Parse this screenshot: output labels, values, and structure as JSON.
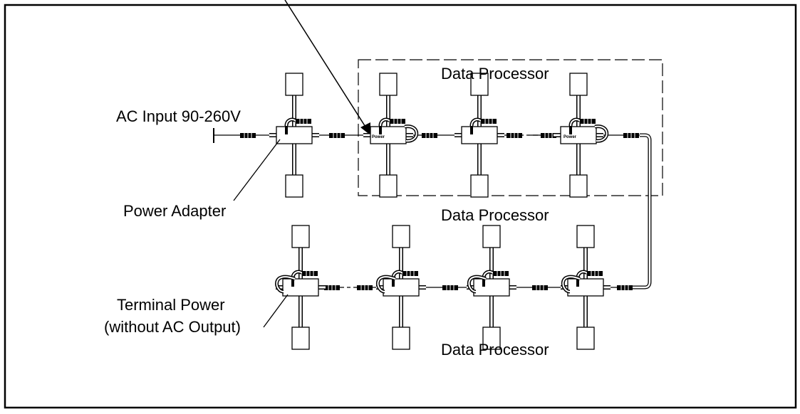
{
  "labels": {
    "ac_input": "AC Input 90-260V",
    "power_adapter": "Power Adapter",
    "terminal_line1": "Terminal Power",
    "terminal_line2": "(without AC Output)",
    "data_processor_boxed": "Data Processor",
    "data_processor_middle": "Data Processor",
    "data_processor_bottom": "Data Processor",
    "power_tag": "Power"
  },
  "colors": {
    "line": "#000000",
    "background": "#ffffff"
  }
}
